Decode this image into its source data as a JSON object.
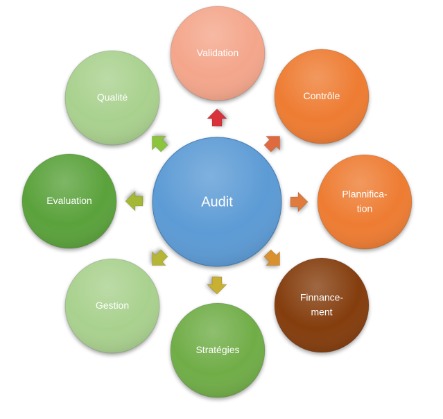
{
  "center": {
    "label": "Audit",
    "color": "#5b9bd5"
  },
  "nodes": [
    {
      "id": "validation",
      "lines": [
        "Validation"
      ],
      "color": "#f4a68b",
      "arrow_color": "#d9333a"
    },
    {
      "id": "controle",
      "lines": [
        "Contrôle"
      ],
      "color": "#ee7b30",
      "arrow_color": "#e06a40"
    },
    {
      "id": "planification",
      "lines": [
        "Plannifica-",
        "tion"
      ],
      "color": "#ee7b30",
      "arrow_color": "#e07a3c"
    },
    {
      "id": "financement",
      "lines": [
        "Finnance-",
        "ment"
      ],
      "color": "#843c0c",
      "arrow_color": "#d9902e"
    },
    {
      "id": "strategies",
      "lines": [
        "Stratégies"
      ],
      "color": "#70ad47",
      "arrow_color": "#c8b032"
    },
    {
      "id": "gestion",
      "lines": [
        "Gestion"
      ],
      "color": "#a9d18e",
      "arrow_color": "#b6b534"
    },
    {
      "id": "evaluation",
      "lines": [
        "Evaluation"
      ],
      "color": "#5aa23a",
      "arrow_color": "#a5b835"
    },
    {
      "id": "qualite",
      "lines": [
        "Qualité"
      ],
      "color": "#a9d18e",
      "arrow_color": "#8cc43c"
    }
  ]
}
